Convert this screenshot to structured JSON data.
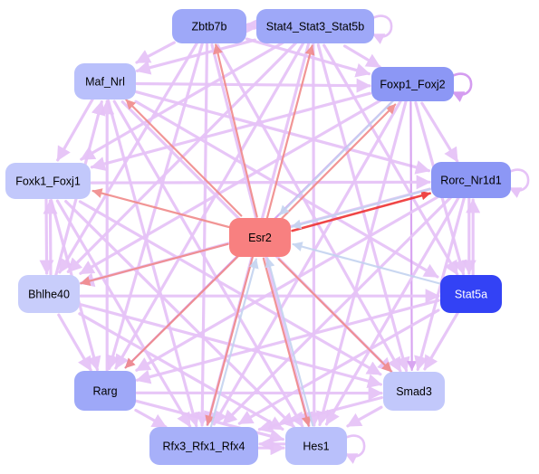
{
  "colors": {
    "edge_default": "#e6c3f7",
    "edge_red": "#f08a8a",
    "edge_blue": "#c4d3f0",
    "edge_violet": "#d49cf0",
    "edge_strong_red": "#ee3333"
  },
  "nodes": [
    {
      "id": "zbtb7b",
      "label": "Zbtb7b",
      "fill": "#9ea8f8",
      "text": "#000000"
    },
    {
      "id": "stat4",
      "label": "Stat4_Stat3_Stat5b",
      "fill": "#9ea8f8",
      "text": "#000000"
    },
    {
      "id": "maf",
      "label": "Maf_Nrl",
      "fill": "#b9c0fb",
      "text": "#000000"
    },
    {
      "id": "foxp1",
      "label": "Foxp1_Foxj2",
      "fill": "#8c97f5",
      "text": "#000000"
    },
    {
      "id": "foxk1",
      "label": "Foxk1_Foxj1",
      "fill": "#c2c8fb",
      "text": "#000000"
    },
    {
      "id": "rorc",
      "label": "Rorc_Nr1d1",
      "fill": "#8c97f5",
      "text": "#000000"
    },
    {
      "id": "esr2",
      "label": "Esr2",
      "fill": "#f88080",
      "text": "#000000"
    },
    {
      "id": "bhlhe40",
      "label": "Bhlhe40",
      "fill": "#c8cdfb",
      "text": "#000000"
    },
    {
      "id": "stat5a",
      "label": "Stat5a",
      "fill": "#3342f5",
      "text": "#ffffff"
    },
    {
      "id": "rarg",
      "label": "Rarg",
      "fill": "#9ea8f8",
      "text": "#000000"
    },
    {
      "id": "smad3",
      "label": "Smad3",
      "fill": "#c2c8fb",
      "text": "#000000"
    },
    {
      "id": "rfx3",
      "label": "Rfx3_Rfx1_Rfx4",
      "fill": "#a7b0f9",
      "text": "#000000"
    },
    {
      "id": "hes1",
      "label": "Hes1",
      "fill": "#b9c0fb",
      "text": "#000000"
    }
  ],
  "edges": [
    {
      "from": "zbtb7b",
      "to": "stat4",
      "style": "default"
    },
    {
      "from": "stat4",
      "to": "zbtb7b",
      "style": "default"
    },
    {
      "from": "zbtb7b",
      "to": "maf",
      "style": "default"
    },
    {
      "from": "zbtb7b",
      "to": "foxp1",
      "style": "default"
    },
    {
      "from": "zbtb7b",
      "to": "rarg",
      "style": "default"
    },
    {
      "from": "zbtb7b",
      "to": "smad3",
      "style": "default"
    },
    {
      "from": "zbtb7b",
      "to": "rfx3",
      "style": "default"
    },
    {
      "from": "zbtb7b",
      "to": "hes1",
      "style": "default"
    },
    {
      "from": "zbtb7b",
      "to": "bhlhe40",
      "style": "default"
    },
    {
      "from": "stat4",
      "to": "maf",
      "style": "default"
    },
    {
      "from": "stat4",
      "to": "foxp1",
      "style": "default"
    },
    {
      "from": "stat4",
      "to": "foxk1",
      "style": "default"
    },
    {
      "from": "stat4",
      "to": "rarg",
      "style": "default"
    },
    {
      "from": "stat4",
      "to": "smad3",
      "style": "default"
    },
    {
      "from": "stat4",
      "to": "rfx3",
      "style": "default"
    },
    {
      "from": "stat4",
      "to": "hes1",
      "style": "default"
    },
    {
      "from": "stat4",
      "to": "bhlhe40",
      "style": "default"
    },
    {
      "from": "stat4",
      "to": "stat5a",
      "style": "default"
    },
    {
      "from": "maf",
      "to": "foxk1",
      "style": "default"
    },
    {
      "from": "maf",
      "to": "foxp1",
      "style": "default"
    },
    {
      "from": "maf",
      "to": "rorc",
      "style": "default"
    },
    {
      "from": "maf",
      "to": "smad3",
      "style": "default"
    },
    {
      "from": "maf",
      "to": "rfx3",
      "style": "default"
    },
    {
      "from": "maf",
      "to": "hes1",
      "style": "default"
    },
    {
      "from": "maf",
      "to": "stat5a",
      "style": "default"
    },
    {
      "from": "foxp1",
      "to": "rorc",
      "style": "default"
    },
    {
      "from": "foxp1",
      "to": "bhlhe40",
      "style": "default"
    },
    {
      "from": "foxp1",
      "to": "foxk1",
      "style": "default"
    },
    {
      "from": "foxp1",
      "to": "rarg",
      "style": "violet"
    },
    {
      "from": "foxp1",
      "to": "smad3",
      "style": "violet"
    },
    {
      "from": "foxp1",
      "to": "rfx3",
      "style": "default"
    },
    {
      "from": "foxp1",
      "to": "hes1",
      "style": "default"
    },
    {
      "from": "foxp1",
      "to": "stat5a",
      "style": "default"
    },
    {
      "from": "foxk1",
      "to": "bhlhe40",
      "style": "default"
    },
    {
      "from": "bhlhe40",
      "to": "foxk1",
      "style": "default"
    },
    {
      "from": "foxk1",
      "to": "rorc",
      "style": "default"
    },
    {
      "from": "foxk1",
      "to": "smad3",
      "style": "default"
    },
    {
      "from": "foxk1",
      "to": "rfx3",
      "style": "default"
    },
    {
      "from": "foxk1",
      "to": "hes1",
      "style": "default"
    },
    {
      "from": "foxk1",
      "to": "rarg",
      "style": "default"
    },
    {
      "from": "rorc",
      "to": "stat5a",
      "style": "default"
    },
    {
      "from": "stat5a",
      "to": "rorc",
      "style": "default"
    },
    {
      "from": "rorc",
      "to": "bhlhe40",
      "style": "default"
    },
    {
      "from": "rorc",
      "to": "rarg",
      "style": "default"
    },
    {
      "from": "rorc",
      "to": "rfx3",
      "style": "default"
    },
    {
      "from": "rorc",
      "to": "hes1",
      "style": "default"
    },
    {
      "from": "rorc",
      "to": "smad3",
      "style": "default"
    },
    {
      "from": "bhlhe40",
      "to": "stat5a",
      "style": "default"
    },
    {
      "from": "bhlhe40",
      "to": "rarg",
      "style": "default"
    },
    {
      "from": "bhlhe40",
      "to": "smad3",
      "style": "default"
    },
    {
      "from": "bhlhe40",
      "to": "hes1",
      "style": "default"
    },
    {
      "from": "bhlhe40",
      "to": "maf",
      "style": "default"
    },
    {
      "from": "stat5a",
      "to": "smad3",
      "style": "default"
    },
    {
      "from": "stat5a",
      "to": "rarg",
      "style": "default"
    },
    {
      "from": "stat5a",
      "to": "rfx3",
      "style": "default"
    },
    {
      "from": "rarg",
      "to": "rfx3",
      "style": "default"
    },
    {
      "from": "rarg",
      "to": "hes1",
      "style": "default"
    },
    {
      "from": "rarg",
      "to": "smad3",
      "style": "default"
    },
    {
      "from": "rarg",
      "to": "maf",
      "style": "default"
    },
    {
      "from": "smad3",
      "to": "hes1",
      "style": "default"
    },
    {
      "from": "smad3",
      "to": "rfx3",
      "style": "default"
    },
    {
      "from": "rfx3",
      "to": "hes1",
      "style": "default"
    },
    {
      "from": "hes1",
      "to": "rfx3",
      "style": "default"
    },
    {
      "from": "esr2",
      "to": "zbtb7b",
      "style": "red"
    },
    {
      "from": "esr2",
      "to": "stat4",
      "style": "red"
    },
    {
      "from": "esr2",
      "to": "maf",
      "style": "red"
    },
    {
      "from": "esr2",
      "to": "foxp1",
      "style": "red"
    },
    {
      "from": "esr2",
      "to": "foxk1",
      "style": "red"
    },
    {
      "from": "esr2",
      "to": "bhlhe40",
      "style": "red"
    },
    {
      "from": "esr2",
      "to": "rarg",
      "style": "red"
    },
    {
      "from": "esr2",
      "to": "smad3",
      "style": "red"
    },
    {
      "from": "esr2",
      "to": "rfx3",
      "style": "red"
    },
    {
      "from": "esr2",
      "to": "hes1",
      "style": "red"
    },
    {
      "from": "esr2",
      "to": "rorc",
      "style": "strong_red"
    },
    {
      "from": "foxp1",
      "to": "esr2",
      "style": "blue"
    },
    {
      "from": "rorc",
      "to": "esr2",
      "style": "blue"
    },
    {
      "from": "stat5a",
      "to": "esr2",
      "style": "blue"
    },
    {
      "from": "rfx3",
      "to": "esr2",
      "style": "blue"
    },
    {
      "from": "hes1",
      "to": "esr2",
      "style": "blue"
    }
  ],
  "self_loops": [
    "stat4",
    "foxp1",
    "rorc",
    "hes1"
  ]
}
